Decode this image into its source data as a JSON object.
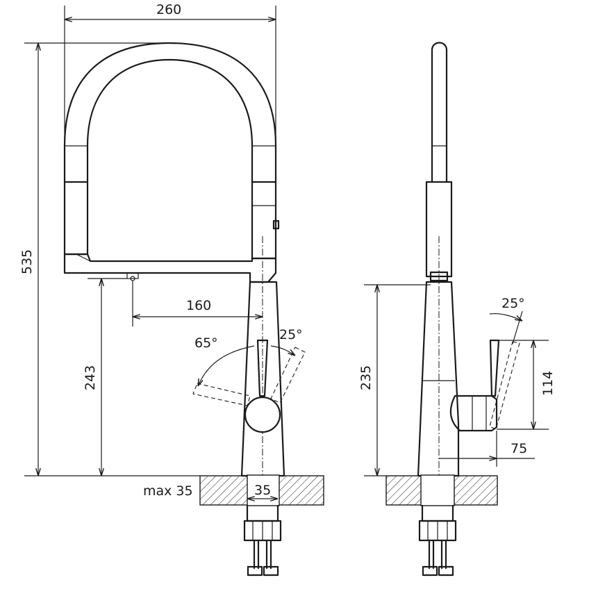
{
  "front_view": {
    "width_label": "260",
    "height_label": "535",
    "spout_reach_label": "160",
    "spout_height_label": "243",
    "lever_angle_left_label": "65°",
    "lever_angle_right_label": "25°",
    "mount_hole_label": "35",
    "max_thickness_label": "max 35"
  },
  "side_view": {
    "lever_angle_label": "25°",
    "lever_height_label": "114",
    "body_height_label": "235",
    "lever_depth_label": "75"
  }
}
